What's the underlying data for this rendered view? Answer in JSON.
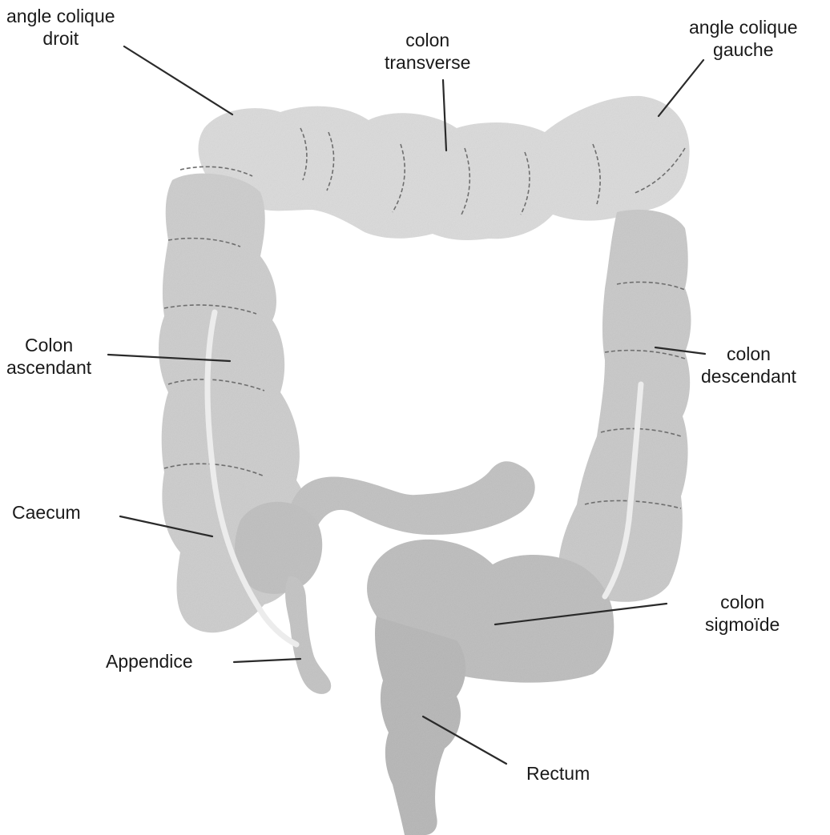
{
  "labels": {
    "angle_droit": [
      "angle colique",
      "droit"
    ],
    "colon_transverse": [
      "colon",
      "transverse"
    ],
    "angle_gauche": [
      "angle colique",
      "gauche"
    ],
    "colon_ascendant": [
      "Colon",
      "ascendant"
    ],
    "colon_descendant": [
      "colon",
      "descendant"
    ],
    "caecum": "Caecum",
    "colon_sigmoide": [
      "colon",
      "sigmoïde"
    ],
    "appendice": "Appendice",
    "rectum": "Rectum"
  },
  "colors": {
    "colon_light": "#dcdcdc",
    "colon_mid": "#c9c9c9",
    "colon_dark": "#b8b8b8",
    "haustra_line": "#6e6e6e",
    "leader_line": "#2a2a2a",
    "text": "#1a1a1a"
  }
}
